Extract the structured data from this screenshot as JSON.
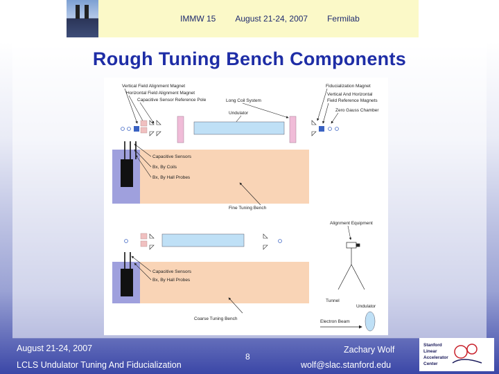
{
  "banner": {
    "conference": "IMMW 15",
    "dates": "August 21-24, 2007",
    "venue": "Fermilab"
  },
  "slide": {
    "title": "Rough Tuning Bench Components"
  },
  "diagram": {
    "top": {
      "vertical_field_alignment_magnet": "Vertical Field Alignment Magnet",
      "horizontal_field_alignment_magnet": "Horizontal Field Alignment Magnet",
      "capacitive_sensor_reference_pole": "Capacitive Sensor Reference Pole",
      "long_coil_system": "Long Coil System",
      "undulator": "Undulator",
      "fiducialization_magnet": "Fiducialization Magnet",
      "vertical_and_horizontal": "Vertical And Horizontal",
      "field_reference_magnets": "Field Reference Magnets",
      "zero_gauss_chamber": "Zero Gauss Chamber",
      "capacitive_sensors": "Capacitive Sensors",
      "bx_by_coils": "Bx, By Coils",
      "bx_by_hall_probes": "Bx, By Hall Probes",
      "fine_tuning_bench": "Fine Tuning Bench"
    },
    "bottom": {
      "alignment_equipment": "Alignment Equipment",
      "capacitive_sensors": "Capacitive Sensors",
      "bx_by_hall_probes": "Bx, By Hall Probes",
      "coarse_tuning_bench": "Coarse Tuning Bench",
      "tunnel": "Tunnel",
      "undulator": "Undulator",
      "electron_beam": "Electron Beam"
    }
  },
  "footer": {
    "date": "August 21-24, 2007",
    "talk": "LCLS Undulator Tuning And Fiducialization",
    "page": "8",
    "author": "Zachary Wolf",
    "email": "wolf@slac.stanford.edu"
  },
  "logo": {
    "line1": "Stanford",
    "line2": "Linear",
    "line3": "Accelerator",
    "line4": "Center"
  }
}
